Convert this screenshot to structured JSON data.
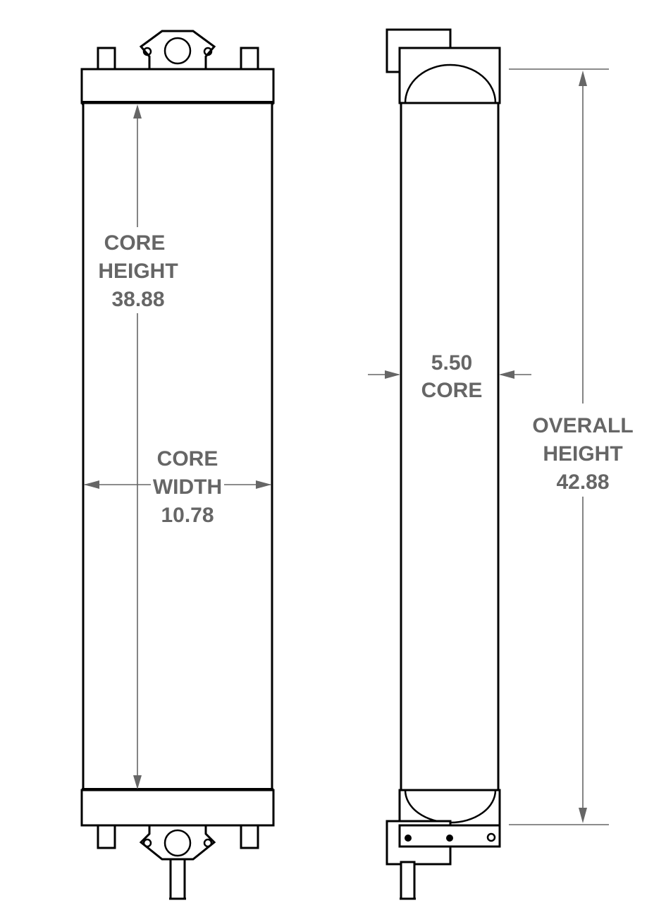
{
  "front_view": {
    "core_height": {
      "line1": "CORE",
      "line2": "HEIGHT",
      "value": "38.88"
    },
    "core_width": {
      "line1": "CORE",
      "line2": "WIDTH",
      "value": "10.78"
    }
  },
  "side_view": {
    "core_depth": {
      "value": "5.50",
      "line2": "CORE"
    },
    "overall_height": {
      "line1": "OVERALL",
      "line2": "HEIGHT",
      "value": "42.88"
    }
  },
  "colors": {
    "line": "#000000",
    "dimension": "#666666",
    "background": "#ffffff"
  }
}
